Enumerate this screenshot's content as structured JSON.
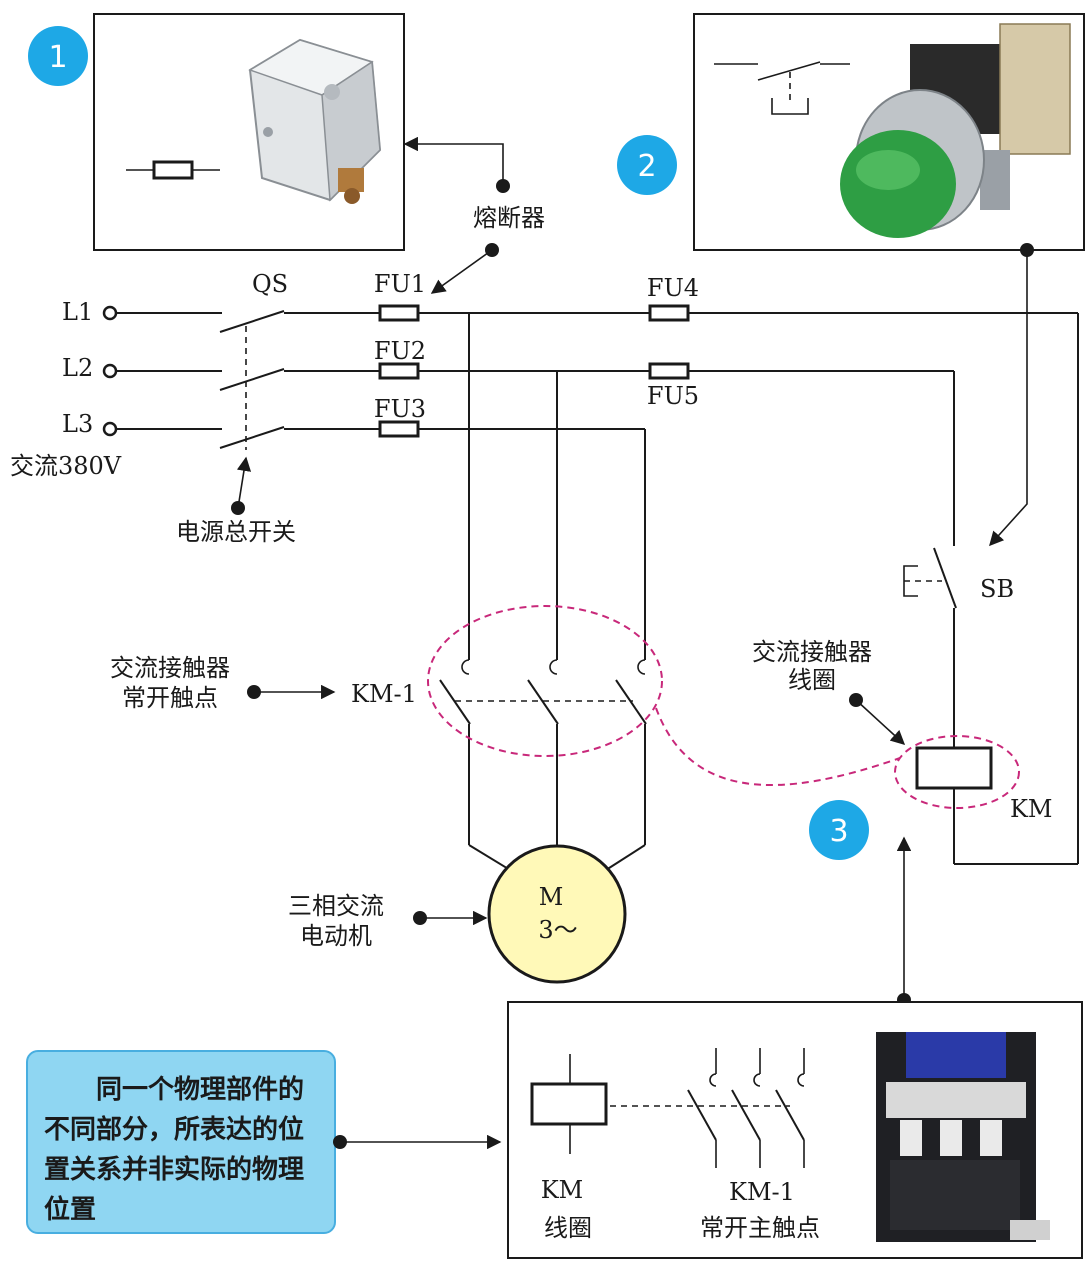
{
  "badges": [
    "1",
    "2",
    "3"
  ],
  "labels": {
    "fuse_callout": "熔断器",
    "qs": "QS",
    "fu1": "FU1",
    "fu2": "FU2",
    "fu3": "FU3",
    "fu4": "FU4",
    "fu5": "FU5",
    "l1": "L1",
    "l2": "L2",
    "l3": "L3",
    "ac380": "交流380V",
    "main_switch": "电源总开关",
    "sb": "SB",
    "contactor_coil_line1": "交流接触器",
    "contactor_coil_line2": "线圈",
    "km": "KM",
    "contactor_contact_line1": "交流接触器",
    "contactor_contact_line2": "常开触点",
    "km1": "KM-1",
    "motor_line1": "三相交流",
    "motor_line2": "电动机",
    "motor_symbol_m": "M",
    "motor_symbol_3": "3～",
    "legend_km": "KM",
    "legend_coil": "线圈",
    "legend_km1": "KM-1",
    "legend_main_contact": "常开主触点"
  },
  "note": "同一个物理部件的不同部分，所表达的位置关系并非实际的物理位置",
  "colors": {
    "badge": "#1ea8e6",
    "dashed_group": "#c8287a",
    "note_bg": "#8fd6f2",
    "motor_fill": "#fff9b8",
    "fuse_photo": "#e3e6e8",
    "button_green": "#2e9e44",
    "contactor_body": "#1f2024"
  },
  "icons": [
    "fuse-photo-icon",
    "pushbutton-photo-icon",
    "contactor-photo-icon"
  ]
}
